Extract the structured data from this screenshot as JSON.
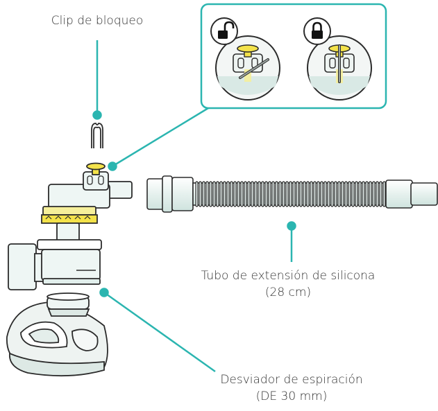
{
  "labels": {
    "clip": "Clip de bloqueo",
    "tubo_line1": "Tubo de extensión de silicona",
    "tubo_line2": "(28 cm)",
    "desviador_line1": "Desviador de espiración",
    "desviador_line2": "(DE 30 mm)"
  },
  "colors": {
    "accent": "#2bb5b0",
    "yellow": "#f3e24a",
    "outline": "#2b2b2b",
    "tint": "#eef6f4"
  },
  "icons": [
    "lock-open-icon",
    "lock-closed-icon"
  ]
}
